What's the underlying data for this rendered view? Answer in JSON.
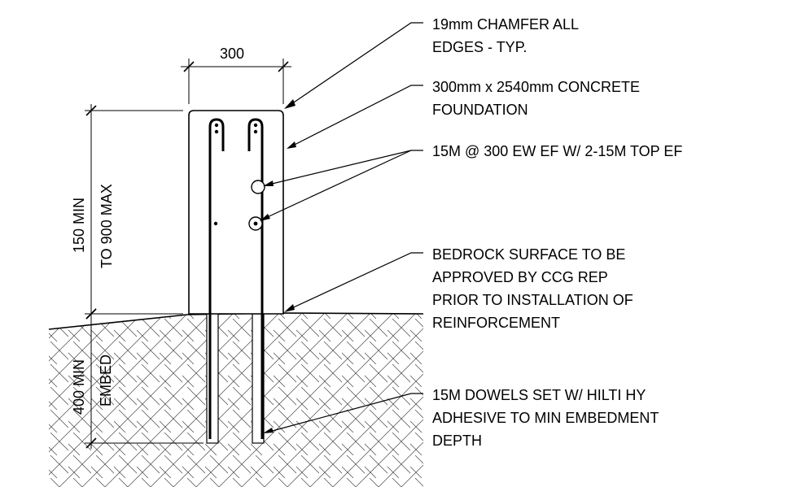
{
  "dimensions": {
    "width_label": "300",
    "height_label_line1": "150 MIN",
    "height_label_line2": "TO 900 MAX",
    "embed_label_line1": "400 MIN",
    "embed_label_line2": "EMBED"
  },
  "notes": {
    "chamfer": [
      "19mm CHAMFER ALL",
      "EDGES - TYP."
    ],
    "foundation": [
      "300mm x 2540mm CONCRETE",
      "FOUNDATION"
    ],
    "rebar": [
      "15M @ 300 EW EF W/ 2-15M TOP EF"
    ],
    "bedrock": [
      "BEDROCK SURFACE TO BE",
      "APPROVED BY CCG REP",
      "PRIOR TO INSTALLATION OF",
      "REINFORCEMENT"
    ],
    "dowels": [
      "15M DOWELS SET W/ HILTI HY",
      "ADHESIVE TO MIN EMBEDMENT",
      "DEPTH"
    ]
  }
}
